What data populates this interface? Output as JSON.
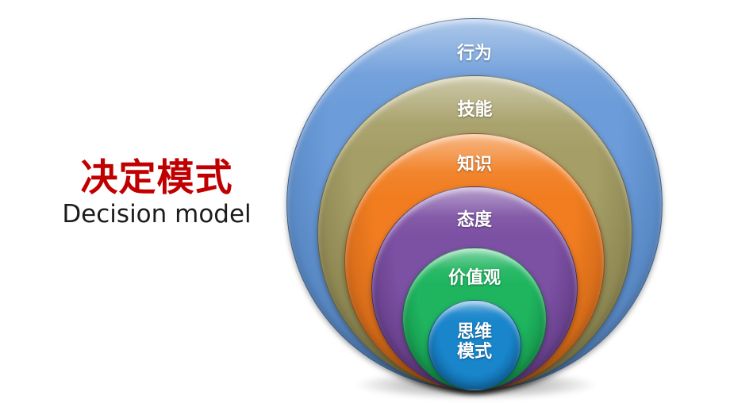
{
  "slide": {
    "title_zh": "决定模式",
    "title_en": "Decision model",
    "title_zh_color": "#C00000",
    "background": "#FFFFFF"
  },
  "diagram": {
    "type": "onion-nested-circles",
    "description": "Six nested circles tangent at the bottom, outermost to innermost",
    "rings": [
      {
        "name": "behavior",
        "label": "行为",
        "fill": "#6C9CD9",
        "shade": "#3E6EA8",
        "highlight": "#B5D0F0"
      },
      {
        "name": "skills",
        "label": "技能",
        "fill": "#A59E66",
        "shade": "#6E6838",
        "highlight": "#CFC795"
      },
      {
        "name": "knowledge",
        "label": "知识",
        "fill": "#F17D20",
        "shade": "#AE5310",
        "highlight": "#FBB26A"
      },
      {
        "name": "attitude",
        "label": "态度",
        "fill": "#7C50A3",
        "shade": "#4E2C6E",
        "highlight": "#B291D4"
      },
      {
        "name": "values",
        "label": "价值观",
        "fill": "#1FB55F",
        "shade": "#0C7A3C",
        "highlight": "#7ADFA3"
      },
      {
        "name": "mindset",
        "label": "思维\n模式",
        "fill": "#1985CB",
        "shade": "#0A5890",
        "highlight": "#62B6EA"
      }
    ]
  }
}
